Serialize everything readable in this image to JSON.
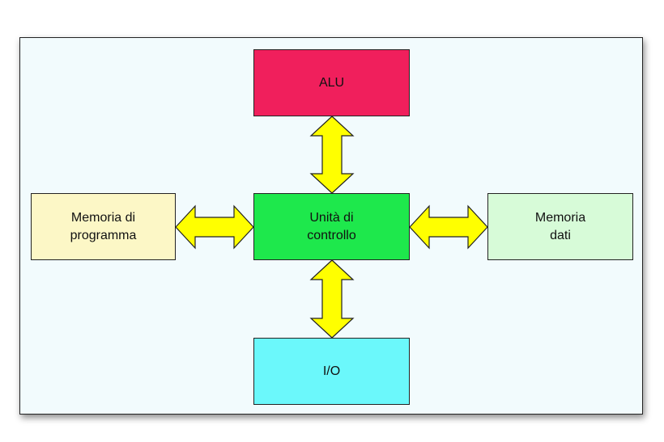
{
  "diagram": {
    "blocks": {
      "alu": {
        "lines": [
          "ALU"
        ],
        "color": "#f01f5c"
      },
      "control": {
        "lines": [
          "Unità di",
          "controllo"
        ],
        "color": "#1ee84c"
      },
      "program_memory": {
        "lines": [
          "Memoria di",
          "programma"
        ],
        "color": "#fcf7c6"
      },
      "data_memory": {
        "lines": [
          "Memoria",
          "dati"
        ],
        "color": "#d7fbd8"
      },
      "io": {
        "lines": [
          "I/O"
        ],
        "color": "#6bf8fb"
      }
    },
    "arrow_color": "#ffff00",
    "arrows": [
      {
        "from": "control",
        "to": "alu",
        "direction": "bidirectional"
      },
      {
        "from": "control",
        "to": "io",
        "direction": "bidirectional"
      },
      {
        "from": "control",
        "to": "program_memory",
        "direction": "bidirectional"
      },
      {
        "from": "control",
        "to": "data_memory",
        "direction": "bidirectional"
      }
    ]
  }
}
